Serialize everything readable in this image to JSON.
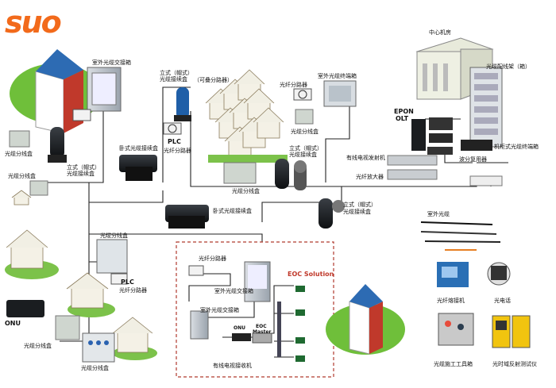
{
  "logo": "suo",
  "labels": {
    "outdoor_cross_cabinet": "室外光缆交接箱",
    "cable_splitter_box_1": "光缆分线盒",
    "vertical_splice_1a": "立式（帽式）",
    "vertical_splice_1b": "光缆接续盒",
    "cable_splitter_box_2": "光缆分线盒",
    "vertical_splice_2a": "立式（帽式）",
    "vertical_splice_2b": "光缆接续盒",
    "stackable_splitter": "（可叠分路器）",
    "horizontal_splice": "卧式光缆接续盒",
    "plc_1": "PLC",
    "plc_1_sub": "光纤分路器",
    "fiber_splitter_top": "光纤分路器",
    "terminal_box_top": "室外光缆终端箱",
    "cable_splitter_box_3": "光缆分线盒",
    "vertical_splice_3a": "立式（帽式）",
    "vertical_splice_3b": "光缆接续盒",
    "cable_splitter_box_4": "光缆分线盒",
    "central_office": "中心机房",
    "odf": "光缆配线架（箱）",
    "epon": "EPON",
    "olt": "OLT",
    "rack_terminal": "机柜式光缆终端箱",
    "wdm": "波分复用器",
    "catv_tx": "有线电视发射机",
    "amplifier": "光纤放大器",
    "horizontal_splice_2": "卧式光缆接续盒",
    "vertical_splice_4a": "立式（帽式）",
    "vertical_splice_4b": "光缆接续盒",
    "outdoor_cable": "室外光缆",
    "cable_splitter_box_5": "光缆分线盒",
    "plc_2": "PLC",
    "plc_2_sub": "光纤分路器",
    "onu": "ONU",
    "cable_splitter_box_6": "光缆分线盒",
    "cable_splitter_box_7": "光缆分线盒",
    "fiber_splitter_eoc": "光纤分路器",
    "outdoor_cross_cabinet_2": "室外光缆交接箱",
    "outdoor_cross_cabinet_3": "室外光缆交接箱",
    "eoc_solution": "EOC Solution",
    "eoc_onu": "ONU",
    "eoc_master_a": "EOC",
    "eoc_master_b": "Master",
    "catv_receiver": "有线电视接收机",
    "fusion_splicer": "光纤熔接机",
    "optical_phone": "光电话",
    "toolkit": "光缆施工工具箱",
    "otdr": "光时域反射测试仪"
  },
  "colors": {
    "logo": "#f26a1b",
    "line": "#222222",
    "eoc_border": "#b03a2e",
    "eoc_title": "#c0392b",
    "roof": "#c0392b",
    "house_wall": "#f4f1e6",
    "grass": "#6fbf3a"
  }
}
